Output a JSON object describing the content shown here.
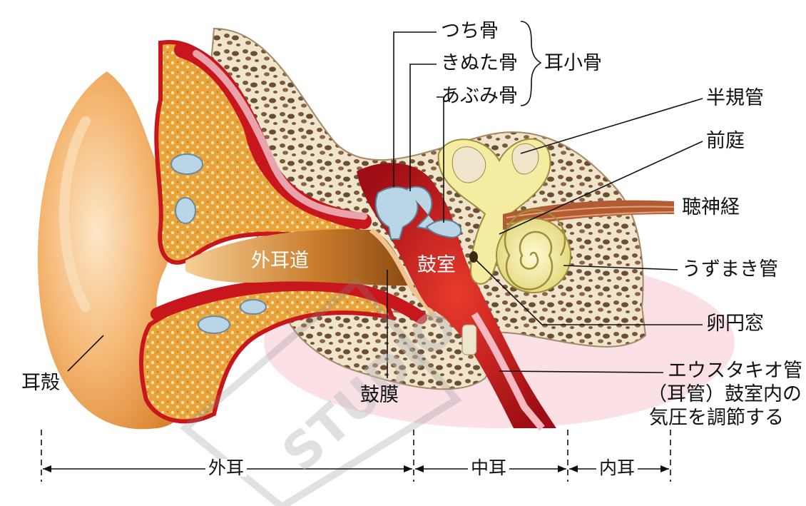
{
  "labels": {
    "malleus": "つち骨",
    "incus": "きぬた骨",
    "stapes": "あぶみ骨",
    "ossicles": "耳小骨",
    "semicircular": "半規管",
    "vestibule": "前庭",
    "auditory_nerve": "聴神経",
    "cochlea": "うずまき管",
    "oval_window": "卵円窓",
    "eustachian_1": "エウスタキオ管",
    "eustachian_2": "（耳管）鼓室内の",
    "eustachian_3": "気圧を調節する",
    "ear_canal": "外耳道",
    "tympanic_cavity": "鼓室",
    "eardrum": "鼓膜",
    "auricle": "耳殻"
  },
  "sections": {
    "outer": "外耳",
    "middle": "中耳",
    "inner": "内耳"
  },
  "watermark": "STUDIO",
  "colors": {
    "skin": "#f3b26a",
    "skin_shadow": "#d9822f",
    "bone": "#efe4cc",
    "bone_pore": "#6b4d33",
    "flesh_red": "#c8161d",
    "cartilage": "#e8a33a",
    "canal_brown": "#a8621f",
    "cochlea": "#f4eda1",
    "ossicle": "#b9d5e6",
    "mucosa": "#e9a3ad"
  }
}
